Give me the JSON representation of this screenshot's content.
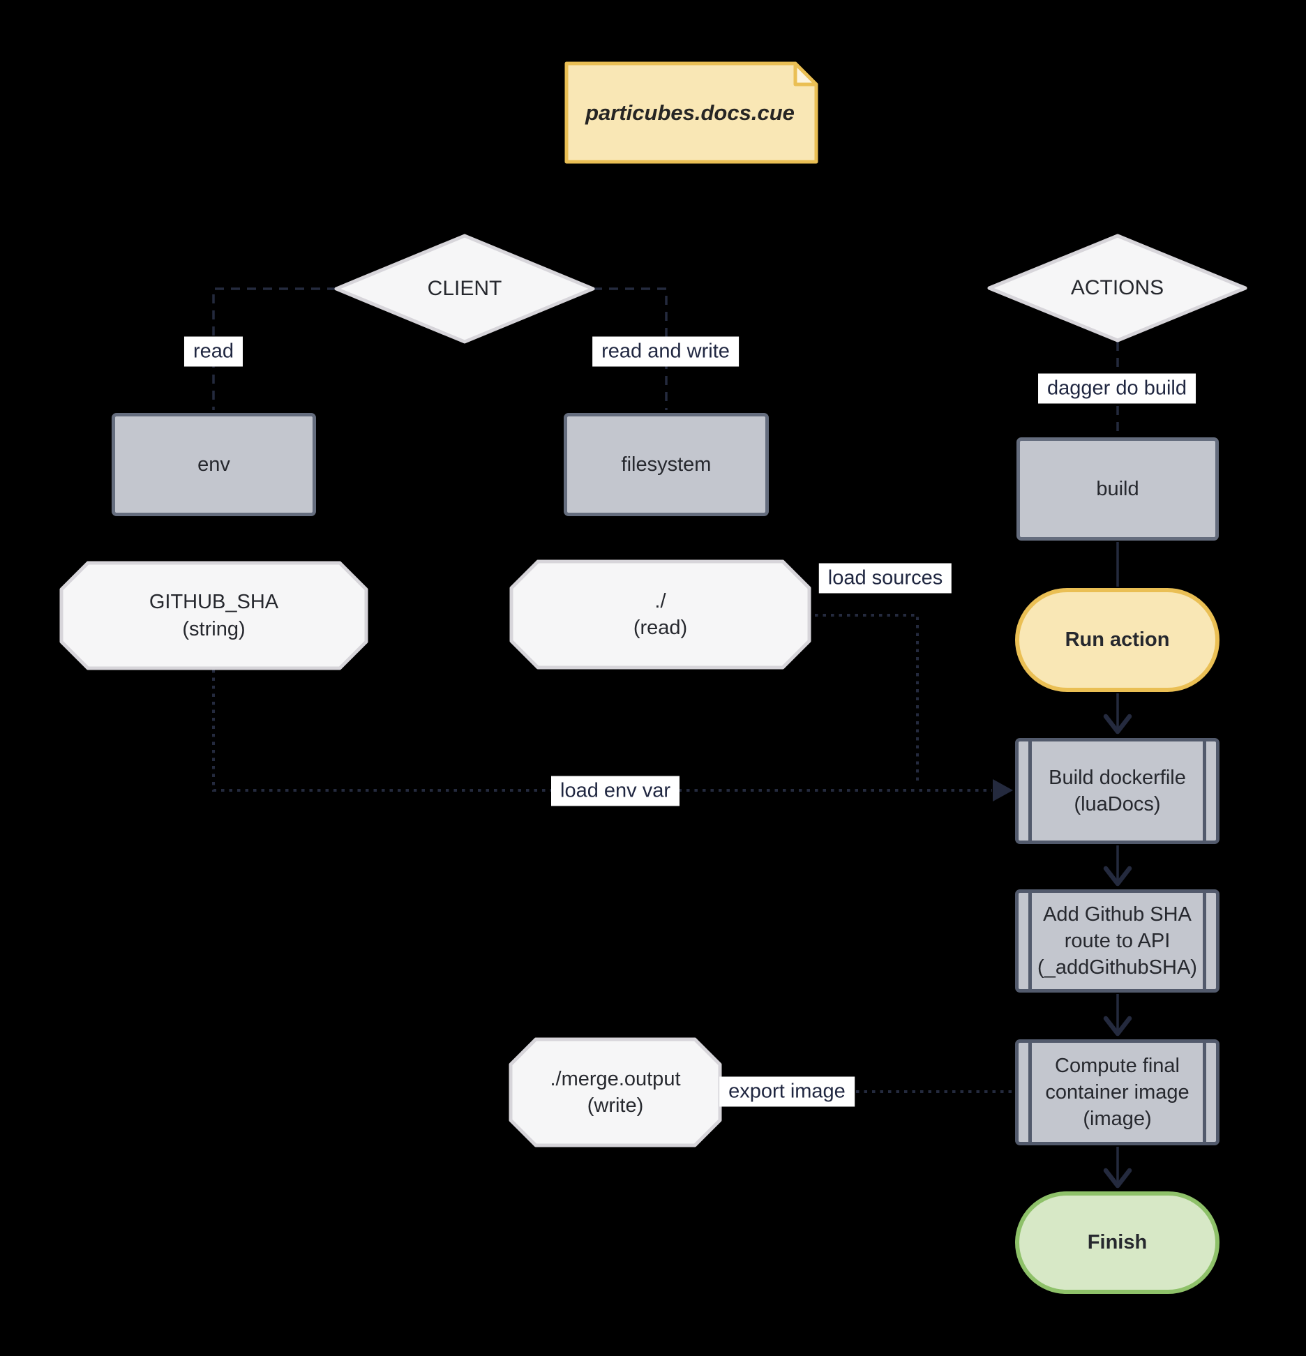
{
  "diagram": {
    "note": {
      "label": "particubes.docs.cue"
    },
    "nodes": {
      "client": {
        "label": "CLIENT"
      },
      "actions": {
        "label": "ACTIONS"
      },
      "env": {
        "label": "env"
      },
      "filesystem": {
        "label": "filesystem"
      },
      "build": {
        "label": "build"
      },
      "github_sha": {
        "label": "GITHUB_SHA\n(string)"
      },
      "source_dir": {
        "label": "./\n(read)"
      },
      "run_action": {
        "label": "Run action"
      },
      "build_dockerfile": {
        "label": "Build dockerfile\n(luaDocs)"
      },
      "add_github_sha": {
        "label": "Add Github SHA\nroute to API\n(_addGithubSHA)"
      },
      "compute_image": {
        "label": "Compute final\ncontainer image\n(image)"
      },
      "merge_output": {
        "label": "./merge.output\n(write)"
      },
      "finish": {
        "label": "Finish"
      }
    },
    "edge_labels": {
      "read": "read",
      "read_and_write": "read and write",
      "dagger_do_build": "dagger do build",
      "load_sources": "load sources",
      "load_env_var": "load env var",
      "export_image": "export image"
    }
  },
  "colors": {
    "bg": "#000000",
    "line": "#242a3e",
    "label_bg": "#ffffff",
    "label_text": "#1f2640",
    "node_text": "#26282e",
    "title_text": "#262524",
    "gray_fill": "#c3c6ce",
    "gray_border": "#656d7e",
    "sub_border": "#525a6c",
    "white_fill": "#f6f6f7",
    "white_border": "#d7d5da",
    "yellow_fill": "#f9e7b5",
    "yellow_border": "#eabf54",
    "yellow_fold": "#fcf4de",
    "green_fill": "#d7e8c6",
    "green_border": "#8ec169"
  }
}
